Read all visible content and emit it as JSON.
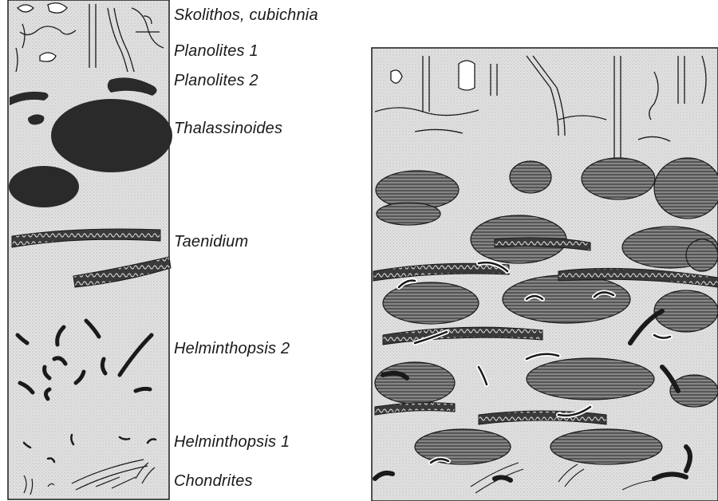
{
  "labels": {
    "skolithos": "Skolithos, cubichnia",
    "planolites1": "Planolites 1",
    "planolites2": "Planolites 2",
    "thalassinoides": "Thalassinoides",
    "taenidium": "Taenidium",
    "helminthopsis2": "Helminthopsis 2",
    "helminthopsis1": "Helminthopsis 1",
    "chondrites": "Chondrites"
  },
  "colors": {
    "ink": "#1a1a1a",
    "matrix": "#d8d8d8",
    "paper": "#ffffff",
    "burrow_fill": "#2a2a2a"
  }
}
